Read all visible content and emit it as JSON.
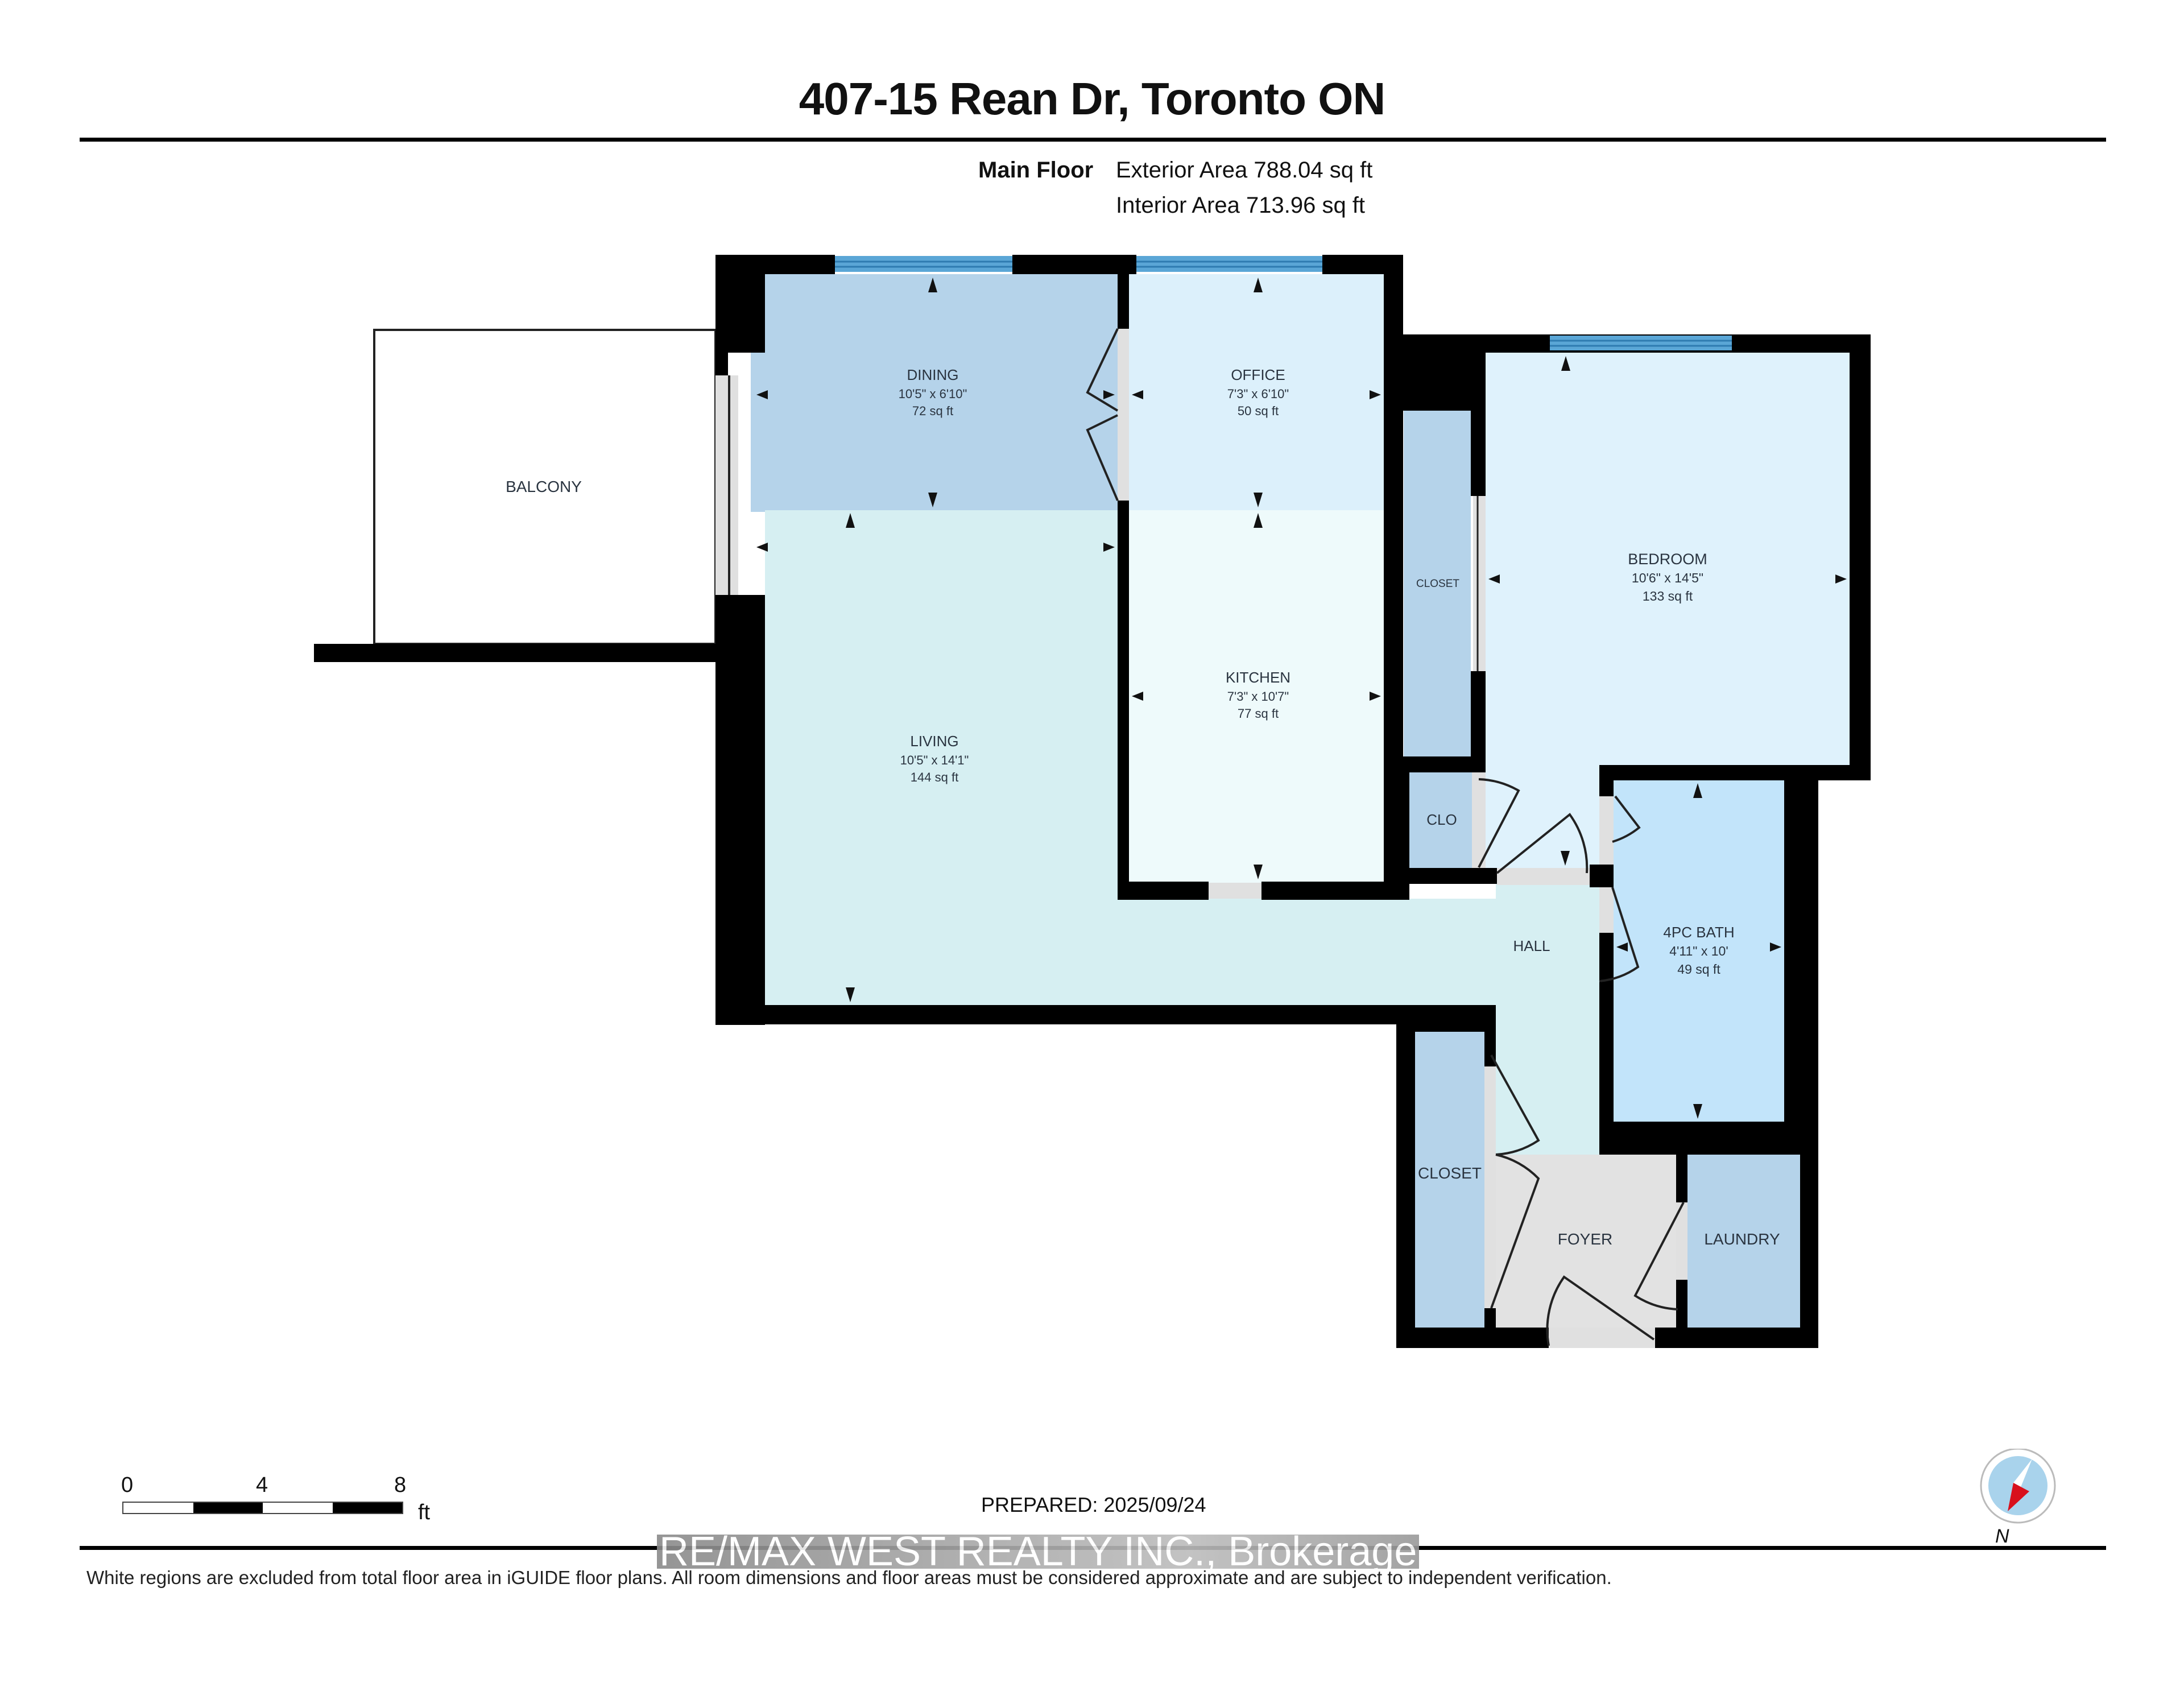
{
  "header": {
    "title": "407-15 Rean Dr, Toronto ON",
    "floor_label": "Main Floor",
    "exterior_area": "Exterior Area 788.04 sq ft",
    "interior_area": "Interior Area 713.96 sq ft"
  },
  "rooms": {
    "balcony": {
      "name": "BALCONY"
    },
    "dining": {
      "name": "DINING",
      "dims": "10'5\" x 6'10\"",
      "area": "72 sq ft"
    },
    "office": {
      "name": "OFFICE",
      "dims": "7'3\" x 6'10\"",
      "area": "50 sq ft"
    },
    "living": {
      "name": "LIVING",
      "dims": "10'5\" x 14'1\"",
      "area": "144 sq ft"
    },
    "kitchen": {
      "name": "KITCHEN",
      "dims": "7'3\" x 10'7\"",
      "area": "77 sq ft"
    },
    "closet_bedroom": {
      "name": "CLOSET"
    },
    "bedroom": {
      "name": "BEDROOM",
      "dims": "10'6\" x 14'5\"",
      "area": "133 sq ft"
    },
    "clo": {
      "name": "CLO"
    },
    "hall": {
      "name": "HALL"
    },
    "bath": {
      "name": "4PC BATH",
      "dims": "4'11\" x 10'",
      "area": "49 sq ft"
    },
    "closet_foyer": {
      "name": "CLOSET"
    },
    "foyer": {
      "name": "FOYER"
    },
    "laundry": {
      "name": "LAUNDRY"
    }
  },
  "colors": {
    "wall": "#000000",
    "dining": "#b5d3ea",
    "office": "#dcf0fb",
    "living": "#d6eff2",
    "kitchen": "#eefafb",
    "bedroom": "#dff2fc",
    "closet": "#b5d3ea",
    "bath": "#c2e4fa",
    "hall": "#d6eff2",
    "foyer": "#e2e2e2",
    "door": "#e0e0e0",
    "window": "#5aa6d6",
    "compass_ring": "#a9d3ec",
    "compass_needle": "#d8101c"
  },
  "scale_bar": {
    "ticks": [
      "0",
      "4",
      "8"
    ],
    "unit": "ft"
  },
  "footer": {
    "prepared": "PREPARED: 2025/09/24",
    "watermark": "RE/MAX WEST REALTY INC., Brokerage",
    "disclaimer": "White regions are excluded from total floor area in iGUIDE floor plans. All room dimensions and floor areas must be considered approximate and are subject to independent verification.",
    "compass_label": "N"
  }
}
